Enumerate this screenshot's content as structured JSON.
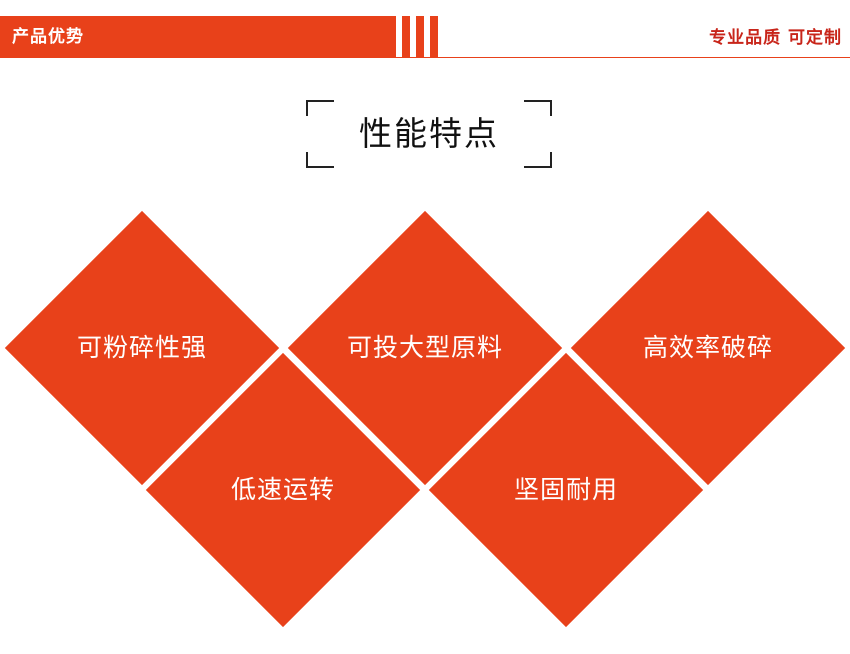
{
  "header": {
    "title": "产品优势",
    "slogan": "专业品质 可定制"
  },
  "section": {
    "title": "性能特点"
  },
  "features": [
    {
      "label": "可粉碎性强"
    },
    {
      "label": "可投大型原料"
    },
    {
      "label": "高效率破碎"
    },
    {
      "label": "低速运转"
    },
    {
      "label": "坚固耐用"
    }
  ],
  "colors": {
    "accent": "#e8411a",
    "slogan": "#c8251a",
    "text_dark": "#111111",
    "text_light": "#ffffff"
  }
}
